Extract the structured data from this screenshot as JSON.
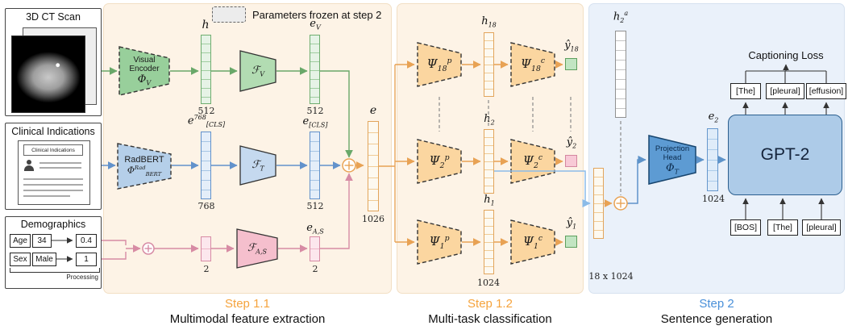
{
  "legend": {
    "label": "Parameters frozen at step 2"
  },
  "inputs": {
    "ct": {
      "title": "3D CT Scan"
    },
    "clinical": {
      "title": "Clinical Indications",
      "doc_title": "Clinical Indications"
    },
    "demographics": {
      "title": "Demographics",
      "age_label": "Age",
      "age_value": "34",
      "age_norm": "0.4",
      "sex_label": "Sex",
      "sex_value": "Male",
      "sex_norm": "1",
      "processing_label": "Processing"
    }
  },
  "step1_1": {
    "caption": "Step 1.1",
    "subcaption": "Multimodal feature extraction",
    "visual": {
      "encoder_line1": "Visual",
      "encoder_line2": "Encoder",
      "encoder_symbol_html": "Φ<sub>V</sub>",
      "h_label_html": "h",
      "h_dim": "512",
      "f_html": "ℱ<sub>V</sub>",
      "out_label_html": "e<sub>V</sub>",
      "out_dim": "512"
    },
    "text": {
      "encoder_name": "RadBERT",
      "encoder_symbol_html": "Φ<sup>Rad</sup><sub>BERT</sub>",
      "in_label_html": "e<sup>768</sup><sub>[CLS]</sub>",
      "in_dim": "768",
      "f_html": "ℱ<sub>T</sub>",
      "out_label_html": "e<sub>[CLS]</sub>",
      "out_dim": "512"
    },
    "demographics": {
      "in_dim": "2",
      "f_html": "ℱ<sub>A,S</sub>",
      "out_label_html": "e<sub>A,S</sub>",
      "out_dim": "2"
    },
    "fused": {
      "label": "e",
      "dim": "1026"
    }
  },
  "step1_2": {
    "caption": "Step 1.2",
    "subcaption": "Multi-task classification",
    "rows": [
      {
        "proj_html": "Ψ<sub>18</sub><sup>p</sup>",
        "h_html": "h<sub>18</sub>",
        "clf_html": "Ψ<sub>18</sub><sup>c</sup>",
        "y_html": "ŷ<sub>18</sub>"
      },
      {
        "proj_html": "Ψ<sub>2</sub><sup>p</sup>",
        "h_html": "h<sub>2</sub>",
        "clf_html": "Ψ<sub>2</sub><sup>c</sup>",
        "y_html": "ŷ<sub>2</sub>"
      },
      {
        "proj_html": "Ψ<sub>1</sub><sup>p</sup>",
        "h_html": "h<sub>1</sub>",
        "h_dim": "1024",
        "clf_html": "Ψ<sub>1</sub><sup>c</sup>",
        "y_html": "ŷ<sub>1</sub>"
      }
    ]
  },
  "step2": {
    "caption": "Step 2",
    "subcaption": "Sentence generation",
    "h2a_html": "h<sub>2</sub><sup>a</sup>",
    "stack_dim": "18 x 1024",
    "projection": {
      "line1": "Projection",
      "line2": "Head",
      "symbol_html": "Φ<sub>T</sub>"
    },
    "e2_html": "e<sub>2</sub>",
    "e2_dim": "1024",
    "model_name": "GPT-2",
    "loss_label": "Captioning Loss",
    "output_tokens": [
      "[The]",
      "[pleural]",
      "[effusion]"
    ],
    "input_tokens": [
      "[BOS]",
      "[The]",
      "[pleural]"
    ]
  }
}
